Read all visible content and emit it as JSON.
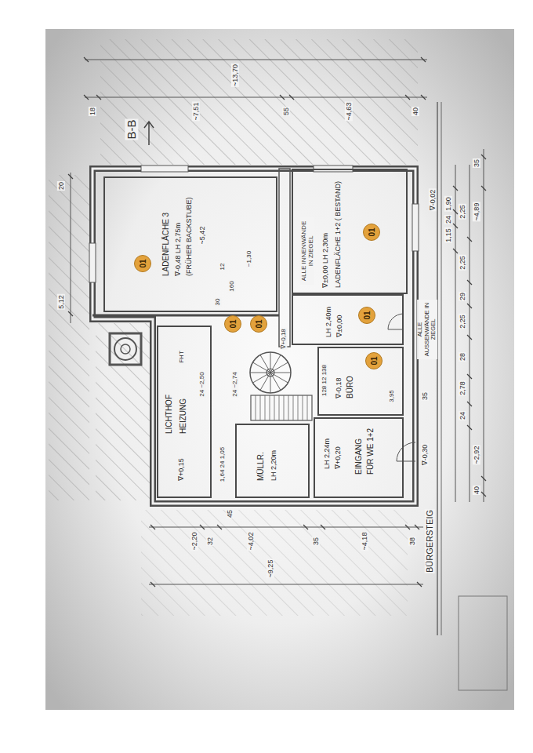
{
  "diagram": {
    "nodes": [
      {
        "text": [
          "LADENFLÄCHE 3",
          "∇-0,48 LH 2,75m",
          "(FRÜHER BACKSTUBE)"
        ]
      },
      {
        "text": [
          "01"
        ],
        "in": 0
      },
      {
        "text": [
          "01"
        ]
      },
      {
        "text": [
          "01"
        ]
      },
      {
        "text": [
          "∇±0,00 LH 2,30m",
          "LADENFLÄCHE 1+2 ( BESTAND)"
        ]
      },
      {
        "text": [
          "01"
        ],
        "in": 4
      },
      {
        "text": [
          "LH 2,40m",
          "∇±0,00"
        ]
      },
      {
        "text": [
          "01"
        ],
        "in": 6
      },
      {
        "text": [
          "∇-0,18",
          "BÜRO"
        ]
      },
      {
        "text": [
          "01"
        ],
        "in": 8
      },
      {
        "text": [
          "LICHTHOF",
          "∇+0,15",
          "HEIZUNG"
        ]
      },
      {
        "text": [
          "MÜLLR.",
          "LH 2,20m"
        ]
      },
      {
        "text": [
          "LH 2,24m",
          "∇+0,20",
          "EINGANG",
          "FÜR WE 1+2"
        ]
      }
    ],
    "labels": [
      "B-B",
      "~13,70",
      "18",
      "~7,51",
      "55",
      "~4,63",
      "40",
      "20",
      "5,12",
      "~5,42",
      "160",
      "12",
      "~1,30",
      "30",
      "ALLE INNENWÄNDE IN ZIEGEL",
      "∇-0,02",
      "1,15",
      "24",
      "1,90",
      "2,25",
      "~4,89",
      "35",
      "2,25",
      "29",
      "2,25",
      "28",
      "2,78",
      "24",
      "~2,92",
      "40",
      "ALLE AUSSENWÄNDE IN ZIEGEL",
      "35",
      "∇-0,30",
      "128 12 138",
      "3,95",
      "FHT",
      "24 ~2,50",
      "24 ~2,74",
      "1,64 24 1,05",
      "∇+0,18",
      "~2,20",
      "32",
      "45",
      "~4,02",
      "35",
      "~4,18",
      "38",
      "~9,25",
      "BÜRGERSTEIG"
    ]
  }
}
